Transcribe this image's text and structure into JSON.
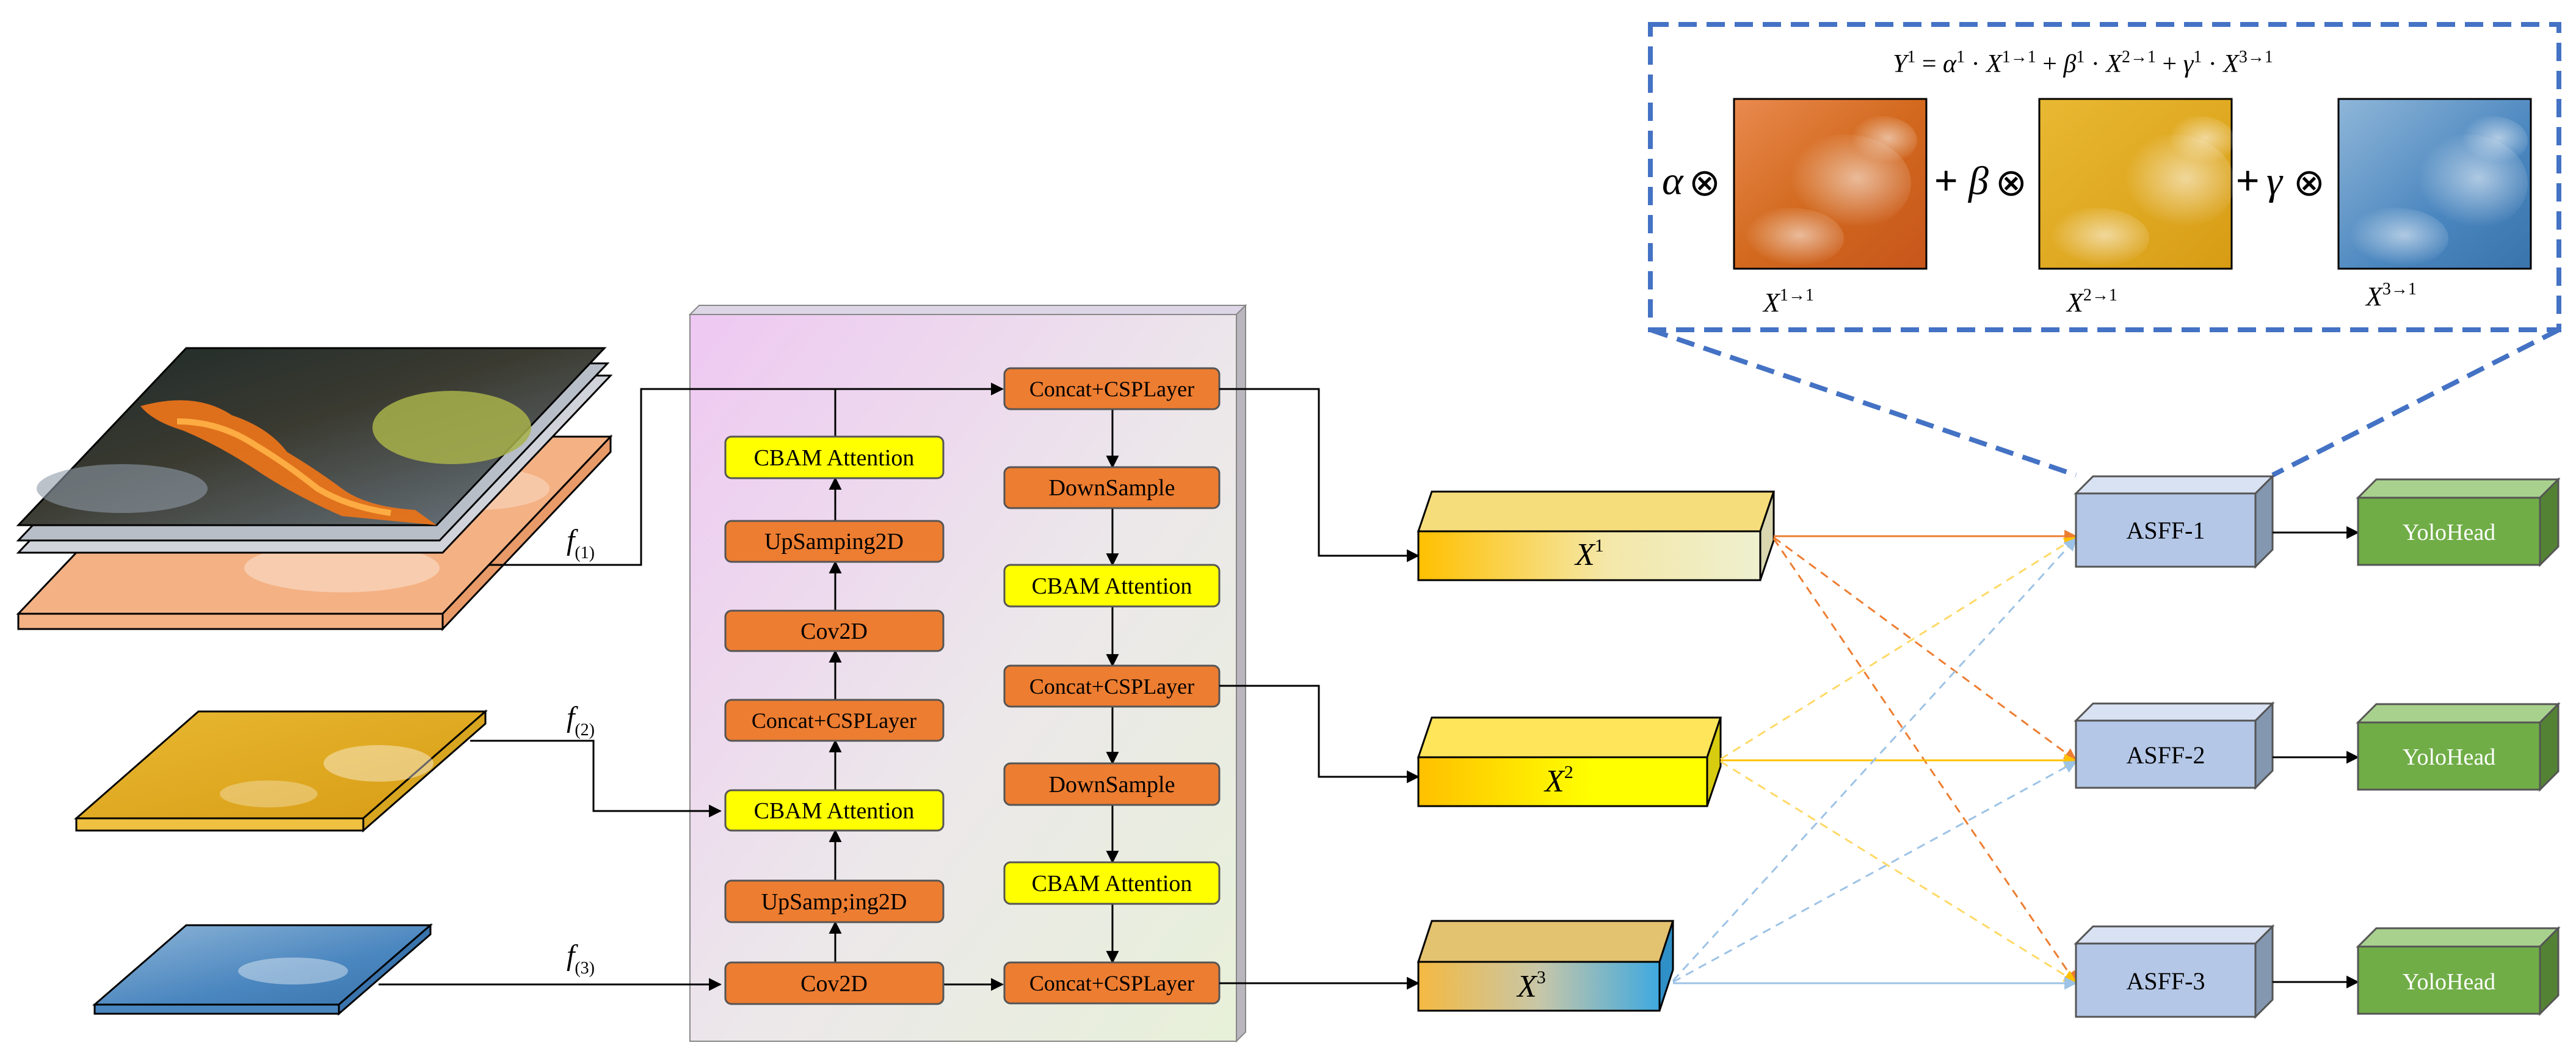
{
  "formula": {
    "lhs_base": "Y",
    "lhs_sup": "1",
    "eq": " = ",
    "alpha": "α",
    "beta": "β",
    "gamma": "γ",
    "exp_one": "1",
    "dot": " · ",
    "plus": " + ",
    "X": "X",
    "sup_11": "1→1",
    "sup_21": "2→1",
    "sup_31": "3→1"
  },
  "fusion": {
    "alpha": "α",
    "beta": "β",
    "gamma": "γ",
    "otimes": "⊗",
    "plus": "+",
    "maps": [
      {
        "base": "X",
        "sup": "1→1",
        "color": "#d2691e"
      },
      {
        "base": "X",
        "sup": "2→1",
        "color": "#e0a81e"
      },
      {
        "base": "X",
        "sup": "3→1",
        "color": "#3f7fbf"
      }
    ]
  },
  "inputs": [
    {
      "f": "f",
      "sub": "(1)"
    },
    {
      "f": "f",
      "sub": "(2)"
    },
    {
      "f": "f",
      "sub": "(3)"
    }
  ],
  "neck": {
    "left": [
      "CBAM Attention",
      "UpSamping2D",
      "Cov2D",
      "Concat+CSPLayer",
      "CBAM Attention",
      "UpSamp;ing2D",
      "Cov2D"
    ],
    "right": [
      "Concat+CSPLayer",
      "DownSample",
      "CBAM Attention",
      "Concat+CSPLayer",
      "DownSample",
      "CBAM Attention",
      "Concat+CSPLayer"
    ]
  },
  "features": [
    {
      "base": "X",
      "sup": "1"
    },
    {
      "base": "X",
      "sup": "2"
    },
    {
      "base": "X",
      "sup": "3"
    }
  ],
  "asff": [
    "ASFF-1",
    "ASFF-2",
    "ASFF-3"
  ],
  "heads": [
    "YoloHead",
    "YoloHead",
    "YoloHead"
  ],
  "colors": {
    "orange_block": "#ed7d31",
    "yellow_block": "#ffff00",
    "asff_fill": "#b4c7e7",
    "head_fill": "#70ad47",
    "dash_blue": "#4472c4",
    "link_orange": "#ed7d31",
    "link_yellow": "#ffd966",
    "link_blue": "#9dc3e6"
  }
}
